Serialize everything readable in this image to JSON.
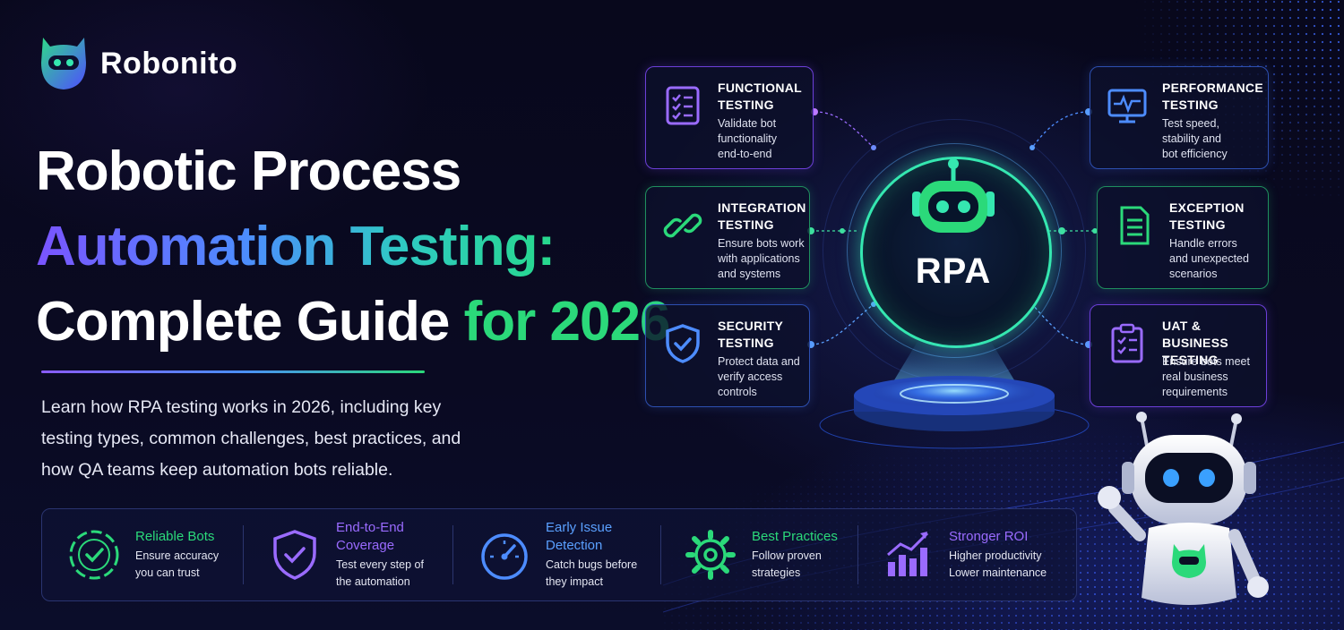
{
  "brand": {
    "name": "Robonito"
  },
  "headline": {
    "line1": "Robotic Process",
    "line2": "Automation Testing:",
    "line3a": "Complete Guide",
    "line3b": " for 2026"
  },
  "description": "Learn how RPA testing works in 2026, including key testing types, common challenges, best practices, and how QA teams keep automation bots reliable.",
  "hub": {
    "label": "RPA"
  },
  "colors": {
    "green": "#2bd97a",
    "purple": "#8a5cff",
    "blue": "#4d8cff",
    "teal": "#35e7b0"
  },
  "testing_types": [
    {
      "title_1": "FUNCTIONAL",
      "title_2": "TESTING",
      "desc_1": "Validate bot",
      "desc_2": "functionality",
      "desc_3": "end-to-end",
      "icon": "checklist-icon"
    },
    {
      "title_1": "INTEGRATION",
      "title_2": "TESTING",
      "desc_1": "Ensure bots work",
      "desc_2": "with applications",
      "desc_3": "and systems",
      "icon": "link-icon"
    },
    {
      "title_1": "SECURITY",
      "title_2": "TESTING",
      "desc_1": "Protect data and",
      "desc_2": "verify access",
      "desc_3": "controls",
      "icon": "shield-check-icon"
    },
    {
      "title_1": "PERFORMANCE",
      "title_2": "TESTING",
      "desc_1": "Test speed,",
      "desc_2": "stability and",
      "desc_3": "bot efficiency",
      "icon": "monitor-pulse-icon"
    },
    {
      "title_1": "EXCEPTION",
      "title_2": "TESTING",
      "desc_1": "Handle errors",
      "desc_2": "and unexpected",
      "desc_3": "scenarios",
      "icon": "document-icon"
    },
    {
      "title_1": "UAT & BUSINESS",
      "title_2": "TESTING",
      "desc_1": "Ensure bots meet",
      "desc_2": "real business",
      "desc_3": "requirements",
      "icon": "clipboard-check-icon"
    }
  ],
  "benefits": [
    {
      "title_1": "Reliable Bots",
      "title_2": "",
      "desc_1": "Ensure accuracy",
      "desc_2": "you can trust",
      "icon": "check-ring-icon"
    },
    {
      "title_1": "End-to-End",
      "title_2": "Coverage",
      "desc_1": "Test every step of",
      "desc_2": "the automation",
      "icon": "shield-check-icon"
    },
    {
      "title_1": "Early Issue",
      "title_2": "Detection",
      "desc_1": "Catch bugs before",
      "desc_2": "they impact",
      "icon": "gauge-icon"
    },
    {
      "title_1": "Best Practices",
      "title_2": "",
      "desc_1": "Follow proven",
      "desc_2": "strategies",
      "icon": "gear-icon"
    },
    {
      "title_1": "Stronger ROI",
      "title_2": "",
      "desc_1": "Higher productivity",
      "desc_2": "Lower maintenance",
      "icon": "chart-up-icon"
    }
  ]
}
